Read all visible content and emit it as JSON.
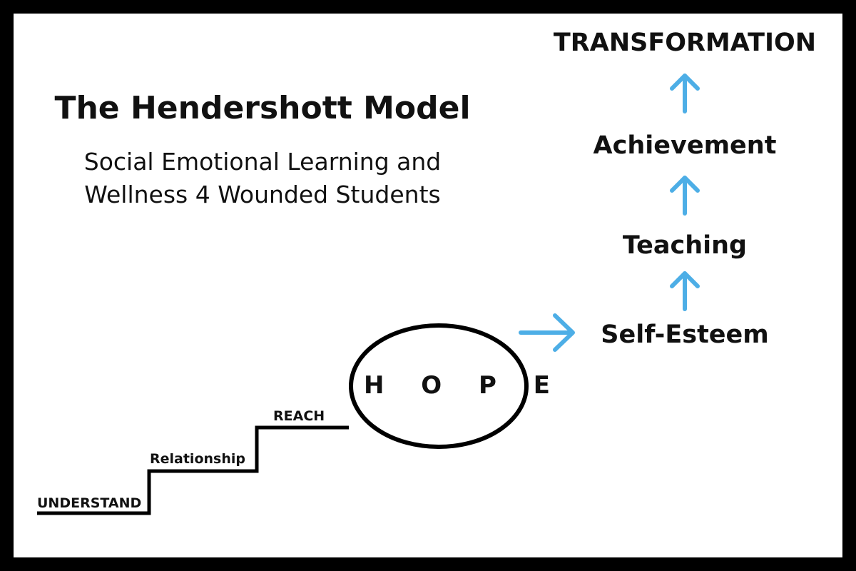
{
  "title": "The Hendershott Model",
  "subtitle_lines": [
    "Social Emotional Learning and",
    "Wellness 4 Wounded Students"
  ],
  "staircase": {
    "steps": [
      "UNDERSTAND",
      "Relationship",
      "REACH"
    ]
  },
  "hope": "H O P E",
  "progression": [
    "Self-Esteem",
    "Teaching",
    "Achievement",
    "TRANSFORMATION"
  ],
  "colors": {
    "background": "#ffffff",
    "frame": "#000000",
    "text": "#111111",
    "arrow": "#4daee6"
  },
  "icons": {
    "right_arrow": "arrow-right-icon",
    "up_arrow": "arrow-up-icon"
  }
}
